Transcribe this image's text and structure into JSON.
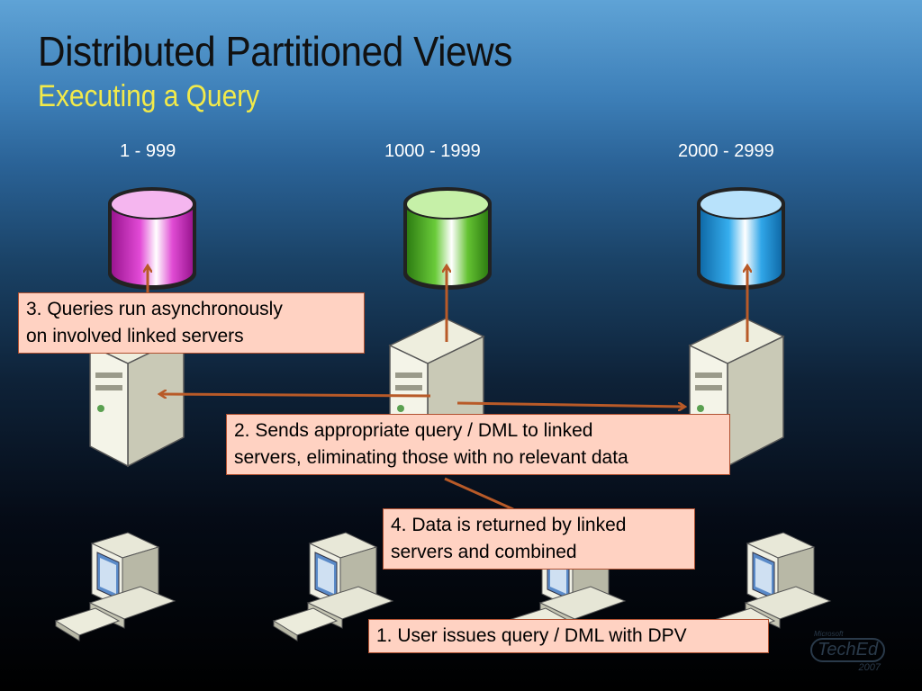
{
  "title": "Distributed Partitioned Views",
  "subtitle": "Executing a Query",
  "ranges": [
    "1 - 999",
    "1000 - 1999",
    "2000 - 2999"
  ],
  "notes": {
    "step3": [
      "3. Queries run asynchronously",
      "on involved linked servers"
    ],
    "step2": [
      "2. Sends appropriate query / DML to linked",
      "servers, eliminating those with no relevant data"
    ],
    "step4": [
      "4. Data is returned by linked",
      "servers and combined"
    ],
    "step1": "1. User issues query / DML with DPV"
  },
  "logo": {
    "brand": "Microsoft",
    "name": "TechEd",
    "year": "2007"
  },
  "colors": {
    "arrow": "#b85a28",
    "db_magenta": "#d62fc8",
    "db_green": "#5cbd2e",
    "db_blue": "#23a0e6",
    "note_fill": "#ffd2c2",
    "subtitle": "#f2ea4a"
  },
  "icons": [
    "database-icon",
    "server-icon",
    "workstation-icon"
  ]
}
